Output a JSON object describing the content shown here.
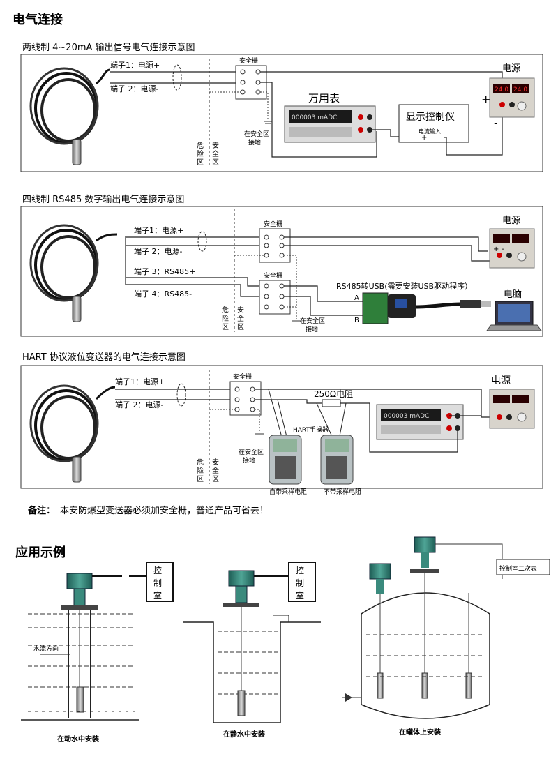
{
  "title": "电气连接",
  "sections": [
    {
      "heading": "两线制 4~20mA 输出信号电气连接示意图",
      "terminal1": "端子1：电源+",
      "terminal2": "端子 2：电源-",
      "barrier": "安全栅",
      "ground": [
        "在安全区",
        "接地"
      ],
      "zone_danger": [
        "危",
        "险",
        "区"
      ],
      "zone_safe": [
        "安",
        "全",
        "区"
      ],
      "meter": "万用表",
      "meter_display": "000003 mADC",
      "controller": "显示控制仪",
      "controller_input": "电流输入",
      "plus": "+",
      "minus": "-",
      "power": "电源",
      "psu_display": [
        "24.0",
        "24.0"
      ]
    },
    {
      "heading": "四线制 RS485 数字输出电气连接示意图",
      "terminal1": "端子1：电源+",
      "terminal2": "端子 2：电源-",
      "terminal3": "端子 3：RS485+",
      "terminal4": "端子 4：RS485-",
      "barrier": "安全栅",
      "ground": [
        "在安全区",
        "接地"
      ],
      "zone_danger": [
        "危",
        "险",
        "区"
      ],
      "zone_safe": [
        "安",
        "全",
        "区"
      ],
      "converter": "RS485转USB(需要安装USB驱动程序）",
      "a_label": "A",
      "b_label": "B",
      "power": "电源",
      "computer": "电脑",
      "plus": "+",
      "minus": "-"
    },
    {
      "heading": "HART 协议液位变送器的电气连接示意图",
      "terminal1": "端子1：电源+",
      "terminal2": "端子 2：电源-",
      "barrier": "安全栅",
      "ground": [
        "在安全区",
        "接地"
      ],
      "zone_danger": [
        "危",
        "险",
        "区"
      ],
      "zone_safe": [
        "安",
        "全",
        "区"
      ],
      "resistor": "250Ω电阻",
      "hart": "HART手操器",
      "with_res": "自带采样电阻",
      "without_res": "不带采样电阻",
      "power": "电源",
      "meter_display": "000003 mADC"
    }
  ],
  "note_label": "备注：",
  "note_text": "本安防爆型变送器必须加安全栅，普通产品可省去！",
  "app_title": "应用示例",
  "examples": [
    {
      "caption": "在动水中安装",
      "room": [
        "控",
        "制",
        "室"
      ],
      "flow": "水流方向"
    },
    {
      "caption": "在静水中安装",
      "room": [
        "控",
        "制",
        "室"
      ]
    },
    {
      "caption": "在罐体上安装",
      "room_label": "控制室二次表"
    }
  ],
  "colors": {
    "psu_panel": "#d8d4cc",
    "display_red": "#e02020",
    "meter_display": "#1a1a1a",
    "device_teal": "#2f7f74",
    "probe_gray": "#9a9a9a"
  }
}
